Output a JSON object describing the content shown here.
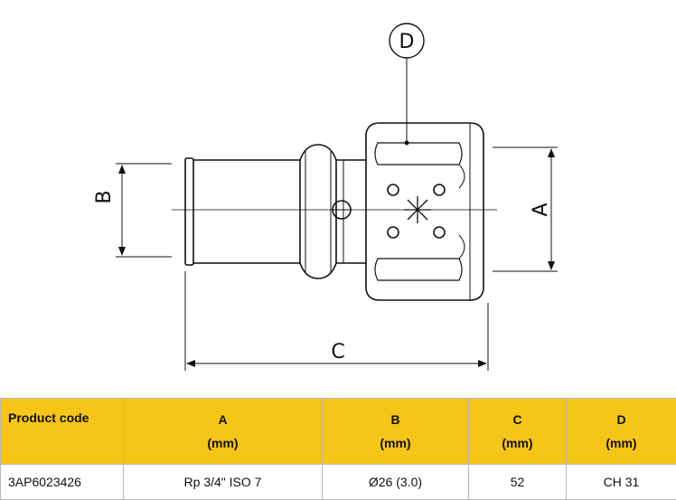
{
  "drawing": {
    "labels": {
      "a": "A",
      "b": "B",
      "c": "C",
      "d": "D"
    }
  },
  "table": {
    "headers": [
      {
        "name": "Product code",
        "unit": ""
      },
      {
        "name": "A",
        "unit": "(mm)"
      },
      {
        "name": "B",
        "unit": "(mm)"
      },
      {
        "name": "C",
        "unit": "(mm)"
      },
      {
        "name": "D",
        "unit": "(mm)"
      }
    ],
    "row": {
      "product_code": "3AP6023426",
      "a": "Rp 3/4\" ISO 7",
      "b": "Ø26 (3.0)",
      "c": "52",
      "d": "CH 31"
    }
  }
}
